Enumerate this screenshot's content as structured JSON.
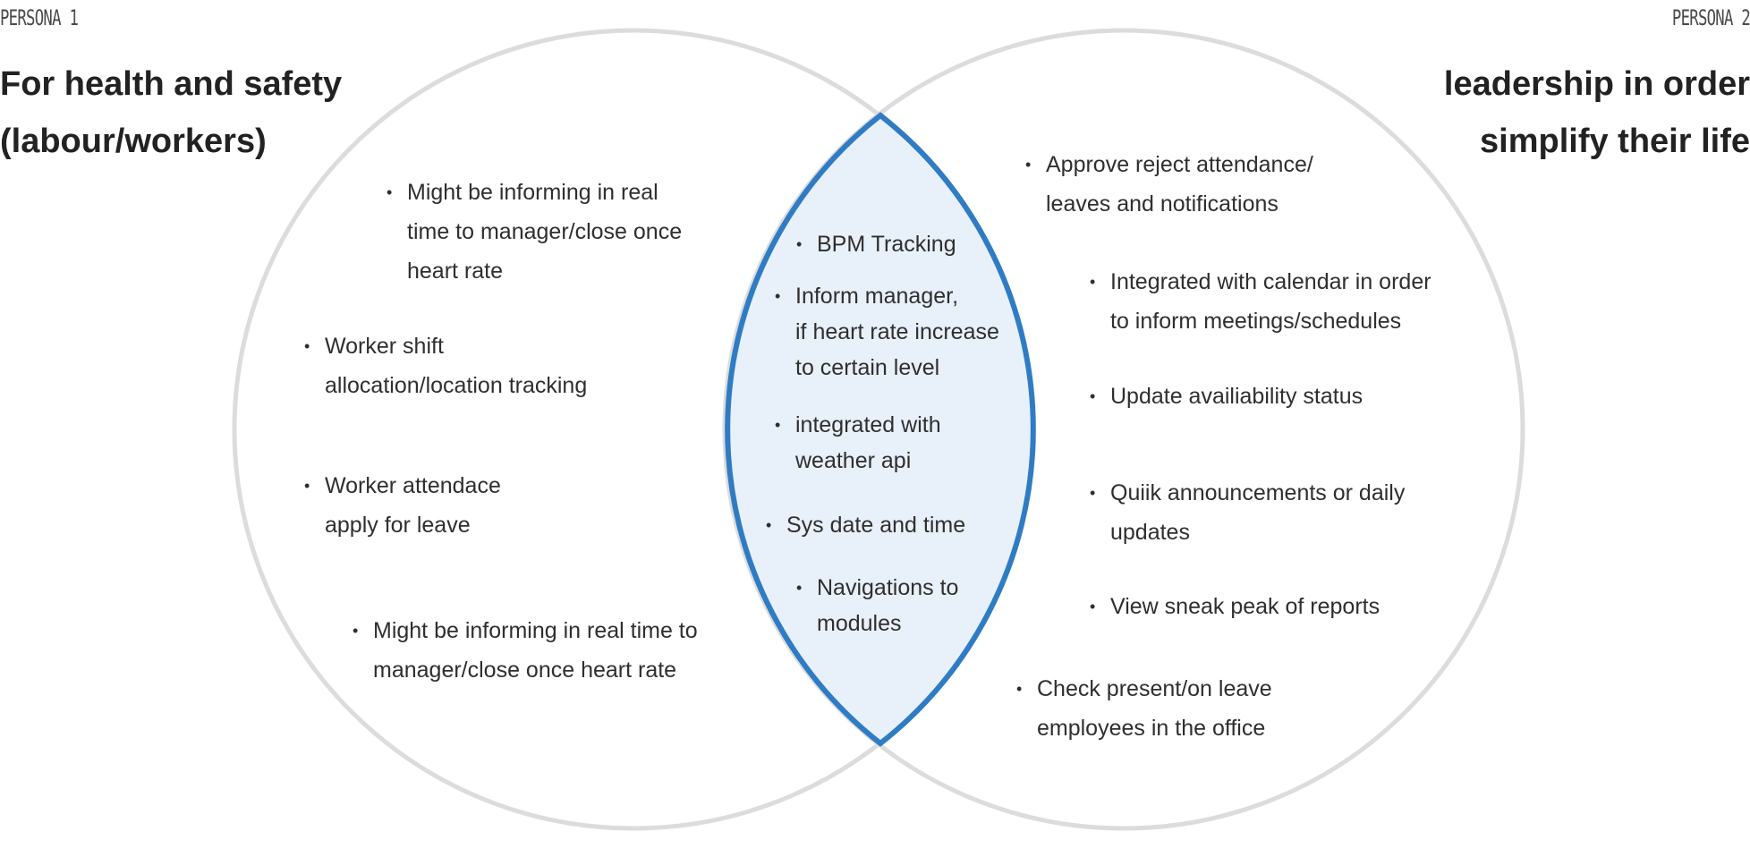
{
  "persona_1": {
    "tag": "PERSONA 1",
    "heading_lines": [
      "For health and safety",
      "(labour/workers)"
    ],
    "items": [
      [
        "Might be informing in real",
        "time to manager/close once",
        "heart rate"
      ],
      [
        "Worker shift",
        "allocation/location tracking"
      ],
      [
        "Worker attendace",
        "apply for leave"
      ],
      [
        "Might be informing in real time to",
        "manager/close once heart rate"
      ]
    ]
  },
  "overlap": {
    "items": [
      [
        "BPM Tracking"
      ],
      [
        "Inform manager,",
        "if heart rate increase",
        "to certain level"
      ],
      [
        "integrated with",
        "weather api"
      ],
      [
        "Sys date and time"
      ],
      [
        "Navigations to",
        "modules"
      ]
    ]
  },
  "persona_2": {
    "tag": "PERSONA 2",
    "heading_lines": [
      "leadership in order",
      "simplify their life"
    ],
    "items": [
      [
        "Approve reject attendance/",
        "leaves  and notifications"
      ],
      [
        "Integrated with calendar in order",
        "to inform meetings/schedules"
      ],
      [
        "Update availiability status"
      ],
      [
        "Quiik announcements or daily",
        "updates"
      ],
      [
        "View sneak peak of reports"
      ],
      [
        "Check present/on leave",
        "employees in the office"
      ]
    ]
  },
  "colors": {
    "circle_stroke": "#dcdcdc",
    "overlap_stroke": "#2f7cc4",
    "overlap_fill": "#e8f0f9",
    "text": "#2f2f2f"
  },
  "bullet_glyph": "•"
}
